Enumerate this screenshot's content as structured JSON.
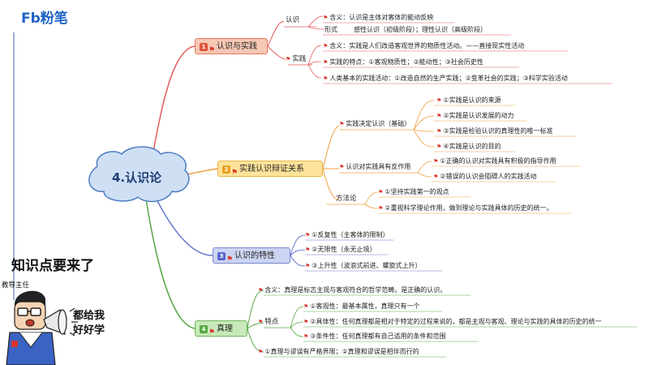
{
  "brand": {
    "logo": "Fb粉笔"
  },
  "center": {
    "title": "4.认识论"
  },
  "colors": {
    "branch1": "#f6c7b4",
    "branch2": "#fde39a",
    "branch3": "#cdd4f2",
    "branch4": "#c8e9b9",
    "line_red": "#e55b5b",
    "line_orange": "#f0a040",
    "line_blue": "#6677cc",
    "line_green": "#5aa84a"
  },
  "branches": [
    {
      "num": "1",
      "label": "认识与实践"
    },
    {
      "num": "2",
      "label": "实践认识辩证关系"
    },
    {
      "num": "3",
      "label": "认识的特性"
    },
    {
      "num": "4",
      "label": "真理"
    }
  ],
  "b1": {
    "renshi": "认识",
    "hanyi": "含义：认识是主体对客体的能动反映",
    "xingshi": "形式",
    "xingshi_text": "感性认识（初级阶段）；理性认识（高级阶段）",
    "shijian": "实践",
    "sj_hanyi": "含义：实践是人们改造客观世界的物质性活动。——直接现实性活动",
    "sj_tedian": "实践的特点：①客观物质性；②能动性；③社会历史性",
    "sj_xingshi": "人类基本的实践活动：①改造自然的生产实践；②变革社会的实践；③科学实验活动"
  },
  "b2": {
    "juedi": "实践决定认识（基础）",
    "j1": "①实践是认识的来源",
    "j2": "②实践是认识发展的动力",
    "j3": "③实践是检验认识的真理性的唯一标准",
    "j4": "④实践是认识的目的",
    "fanzuo": "认识对实践具有反作用",
    "f1": "①正确的认识对实践具有积极的指导作用",
    "f2": "②错误的认识会阻碍人的实践活动",
    "fangfa": "方法论",
    "m1": "①坚持实践第一的观点",
    "m2": "②重视科学理论作用，做到理论与实践具体的历史的统一。"
  },
  "b3": {
    "t1": "①反复性（主客体的限制）",
    "t2": "②无限性（永无止境）",
    "t3": "③上升性（波浪式前进、螺旋式上升）"
  },
  "b4": {
    "hanyi": "含义：真理是标志主观与客观符合的哲学范畴。是正确的认识。",
    "tedian": "特点",
    "d1": "①客观性：最基本属性，真理只有一个",
    "d2": "②具体性：任何真理都是相对于特定的过程来说的，都是主观与客观、理论与实践的具体的历史的统一",
    "d3": "③条件性：任何真理都有自己适用的条件和范围",
    "last": "①真理与谬误有严格界限；②真理和谬误是相伴而行的"
  },
  "sticker": {
    "headline": "知识点要来了",
    "role": "教导主任",
    "speech1": "都给我",
    "speech2": "好好学"
  }
}
